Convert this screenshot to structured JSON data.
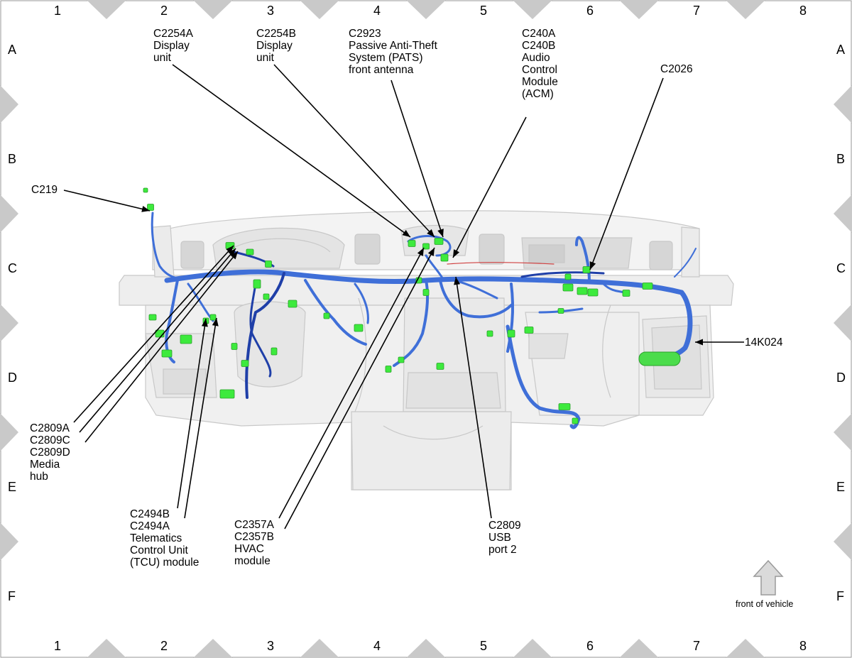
{
  "grid": {
    "columns": [
      "1",
      "2",
      "3",
      "4",
      "5",
      "6",
      "7",
      "8"
    ],
    "rows": [
      "A",
      "B",
      "C",
      "D",
      "E",
      "F"
    ]
  },
  "callouts": {
    "c2254a": [
      "C2254A",
      "Display",
      "unit"
    ],
    "c2254b": [
      "C2254B",
      "Display",
      "unit"
    ],
    "c2923": [
      "C2923",
      "Passive Anti-Theft",
      "System (PATS)",
      "front antenna"
    ],
    "c240": [
      "C240A",
      "C240B",
      "Audio",
      "Control",
      "Module",
      "(ACM)"
    ],
    "c2026": [
      "C2026"
    ],
    "c219": [
      "C219"
    ],
    "k024": [
      "14K024"
    ],
    "c2809media": [
      "C2809A",
      "C2809C",
      "C2809D",
      "Media",
      "hub"
    ],
    "c2494": [
      "C2494B",
      "C2494A",
      "Telematics",
      "Control Unit",
      "(TCU) module"
    ],
    "c2357": [
      "C2357A",
      "C2357B",
      "HVAC",
      "module"
    ],
    "c2809usb": [
      "C2809",
      "USB",
      "port 2"
    ]
  },
  "front_note": "front of vehicle",
  "colors": {
    "harness": "#3f6fd8",
    "harness_dark": "#1f3fa8",
    "connector": "#3dea3d",
    "dash": "#f2f2f2",
    "dash_line": "#c8c8c8",
    "border_marker": "#c9c9c9"
  }
}
